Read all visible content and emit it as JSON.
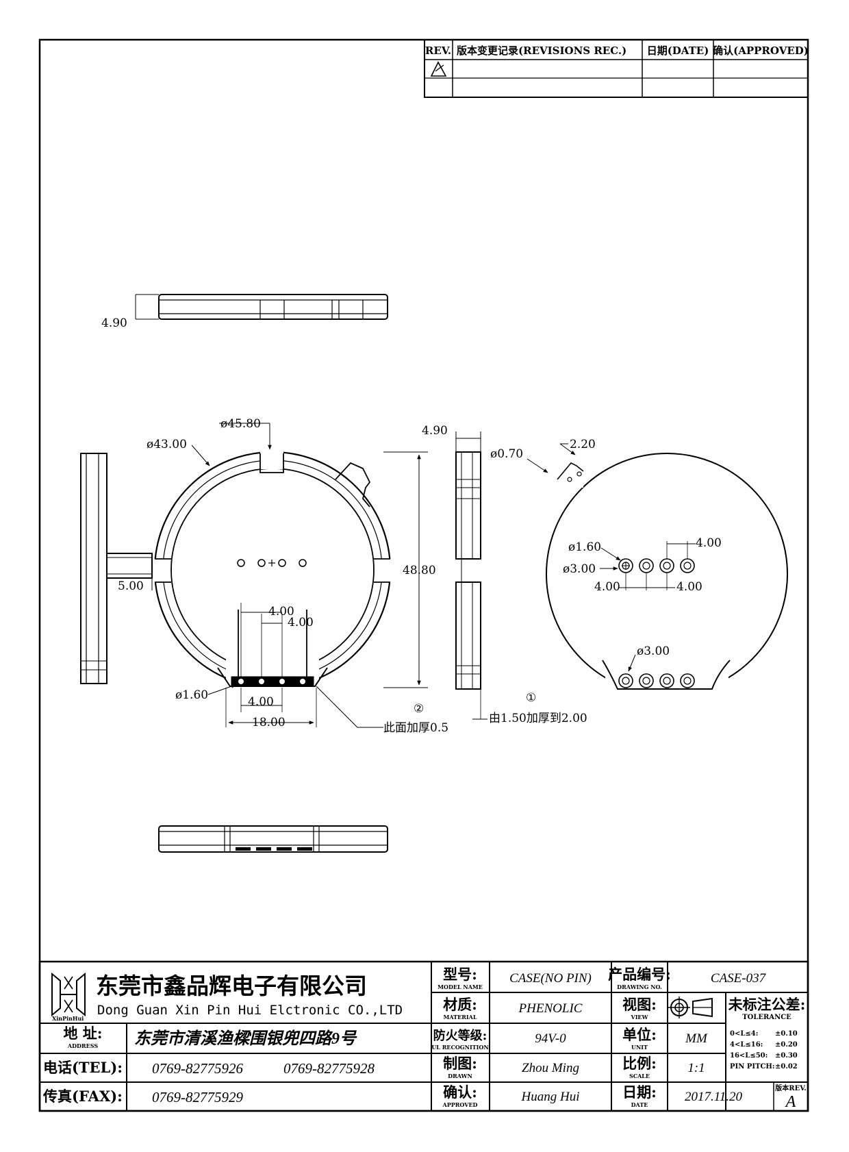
{
  "revision_table": {
    "headers": [
      "REV.",
      "版本变更记录(REVISIONS REC.)",
      "日期(DATE)",
      "确认(APPROVED)"
    ],
    "rows": [
      [
        "",
        "",
        "",
        ""
      ],
      [
        "",
        "",
        "",
        ""
      ]
    ]
  },
  "dimensions": {
    "top_view_height": "4.90",
    "outer_diameter": "ø45.80",
    "inner_diameter": "ø43.00",
    "web_width": "5.00",
    "overall_height": "48.80",
    "side_height": "4.90",
    "pin_pitch_a": "4.00",
    "pin_pitch_b": "4.00",
    "pin_hole": "ø1.60",
    "bottom_pitch": "4.00",
    "tab_width": "18.00",
    "note_thicken": "此面加厚0.5",
    "note_marker_2": "②",
    "note_marker_1": "①",
    "note_side": "由1.50加厚到2.00",
    "hole_small": "ø0.70",
    "tab_size": "2.20",
    "hole_pin": "ø1.60",
    "hole_ring": "ø3.00",
    "right_pitch_top": "4.00",
    "right_pitch_left": "4.00",
    "right_pitch_right": "4.00",
    "bottom_ring": "ø3.00"
  },
  "title_block": {
    "company_cn": "东莞市鑫品辉电子有限公司",
    "company_en": "Dong Guan Xin Pin Hui Elctronic CO.,LTD",
    "logo_text": "XinPinHui",
    "address_label": "地 址:",
    "address_sub": "ADDRESS",
    "address_value": "东莞市清溪渔樑围银兜四路9号",
    "tel_label": "电话(TEL):",
    "tel_value_1": "0769-82775926",
    "tel_value_2": "0769-82775928",
    "fax_label": "传真(FAX):",
    "fax_value": "0769-82775929",
    "model_label": "型号:",
    "model_sub": "MODEL NAME",
    "model_value": "CASE(NO PIN)",
    "material_label": "材质:",
    "material_sub": "MATERIAL",
    "material_value": "PHENOLIC",
    "ul_label": "防火等级:",
    "ul_sub": "UL RECOGNITION",
    "ul_value": "94V-0",
    "drawn_label": "制图:",
    "drawn_sub": "DRAWN",
    "drawn_value": "Zhou Ming",
    "approved_label": "确认:",
    "approved_sub": "APPROVED",
    "approved_value": "Huang Hui",
    "drawing_no_label": "产品编号:",
    "drawing_no_sub": "DRAWING NO.",
    "drawing_no_value": "CASE-037",
    "view_label": "视图:",
    "view_sub": "VIEW",
    "unit_label": "单位:",
    "unit_sub": "UNIT",
    "unit_value": "MM",
    "scale_label": "比例:",
    "scale_sub": "SCALE",
    "scale_value": "1:1",
    "date_label": "日期:",
    "date_sub": "DATE",
    "date_value": "2017.11.20",
    "tolerance_label": "未标注公差:",
    "tolerance_sub": "TOLERANCE",
    "tolerance_rows": [
      [
        "0<L≤4:",
        "±0.10"
      ],
      [
        "4<L≤16:",
        "±0.20"
      ],
      [
        "16<L≤50:",
        "±0.30"
      ],
      [
        "PIN PITCH:",
        "±0.02"
      ]
    ],
    "rev_label": "版本REV.",
    "rev_value": "A"
  }
}
